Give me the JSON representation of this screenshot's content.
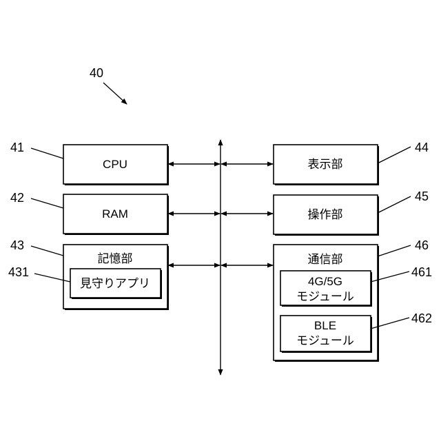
{
  "figure": {
    "ref": "40"
  },
  "left": [
    {
      "ref": "41",
      "label": "CPU"
    },
    {
      "ref": "42",
      "label": "RAM"
    },
    {
      "ref": "43",
      "label": "記憶部",
      "child": {
        "ref": "431",
        "label": "見守りアプリ"
      }
    }
  ],
  "right": [
    {
      "ref": "44",
      "label": "表示部"
    },
    {
      "ref": "45",
      "label": "操作部"
    },
    {
      "ref": "46",
      "label": "通信部",
      "children": [
        {
          "ref": "461",
          "lines": [
            "4G/5G",
            "モジュール"
          ]
        },
        {
          "ref": "462",
          "lines": [
            "BLE",
            "モジュール"
          ]
        }
      ]
    }
  ]
}
